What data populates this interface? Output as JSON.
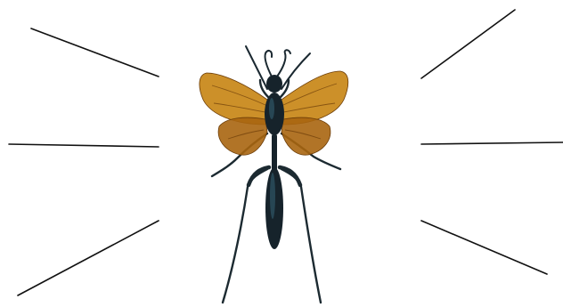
{
  "diagram": {
    "subject": "wasp-illustration",
    "label_slots": [
      {
        "side": "left",
        "text": ""
      },
      {
        "side": "left",
        "text": ""
      },
      {
        "side": "left",
        "text": ""
      },
      {
        "side": "right",
        "text": ""
      },
      {
        "side": "right",
        "text": ""
      },
      {
        "side": "right",
        "text": ""
      }
    ],
    "colors": {
      "background": "#ffffff",
      "leader_line": "#111111",
      "wing_outer": "#c98a1e",
      "wing_inner": "#a8650f",
      "wing_vein": "#6b3c08",
      "body": "#16232b",
      "body_highlight": "#2f5566",
      "antenna": "#1a2830",
      "leg": "#1c2a31"
    }
  }
}
